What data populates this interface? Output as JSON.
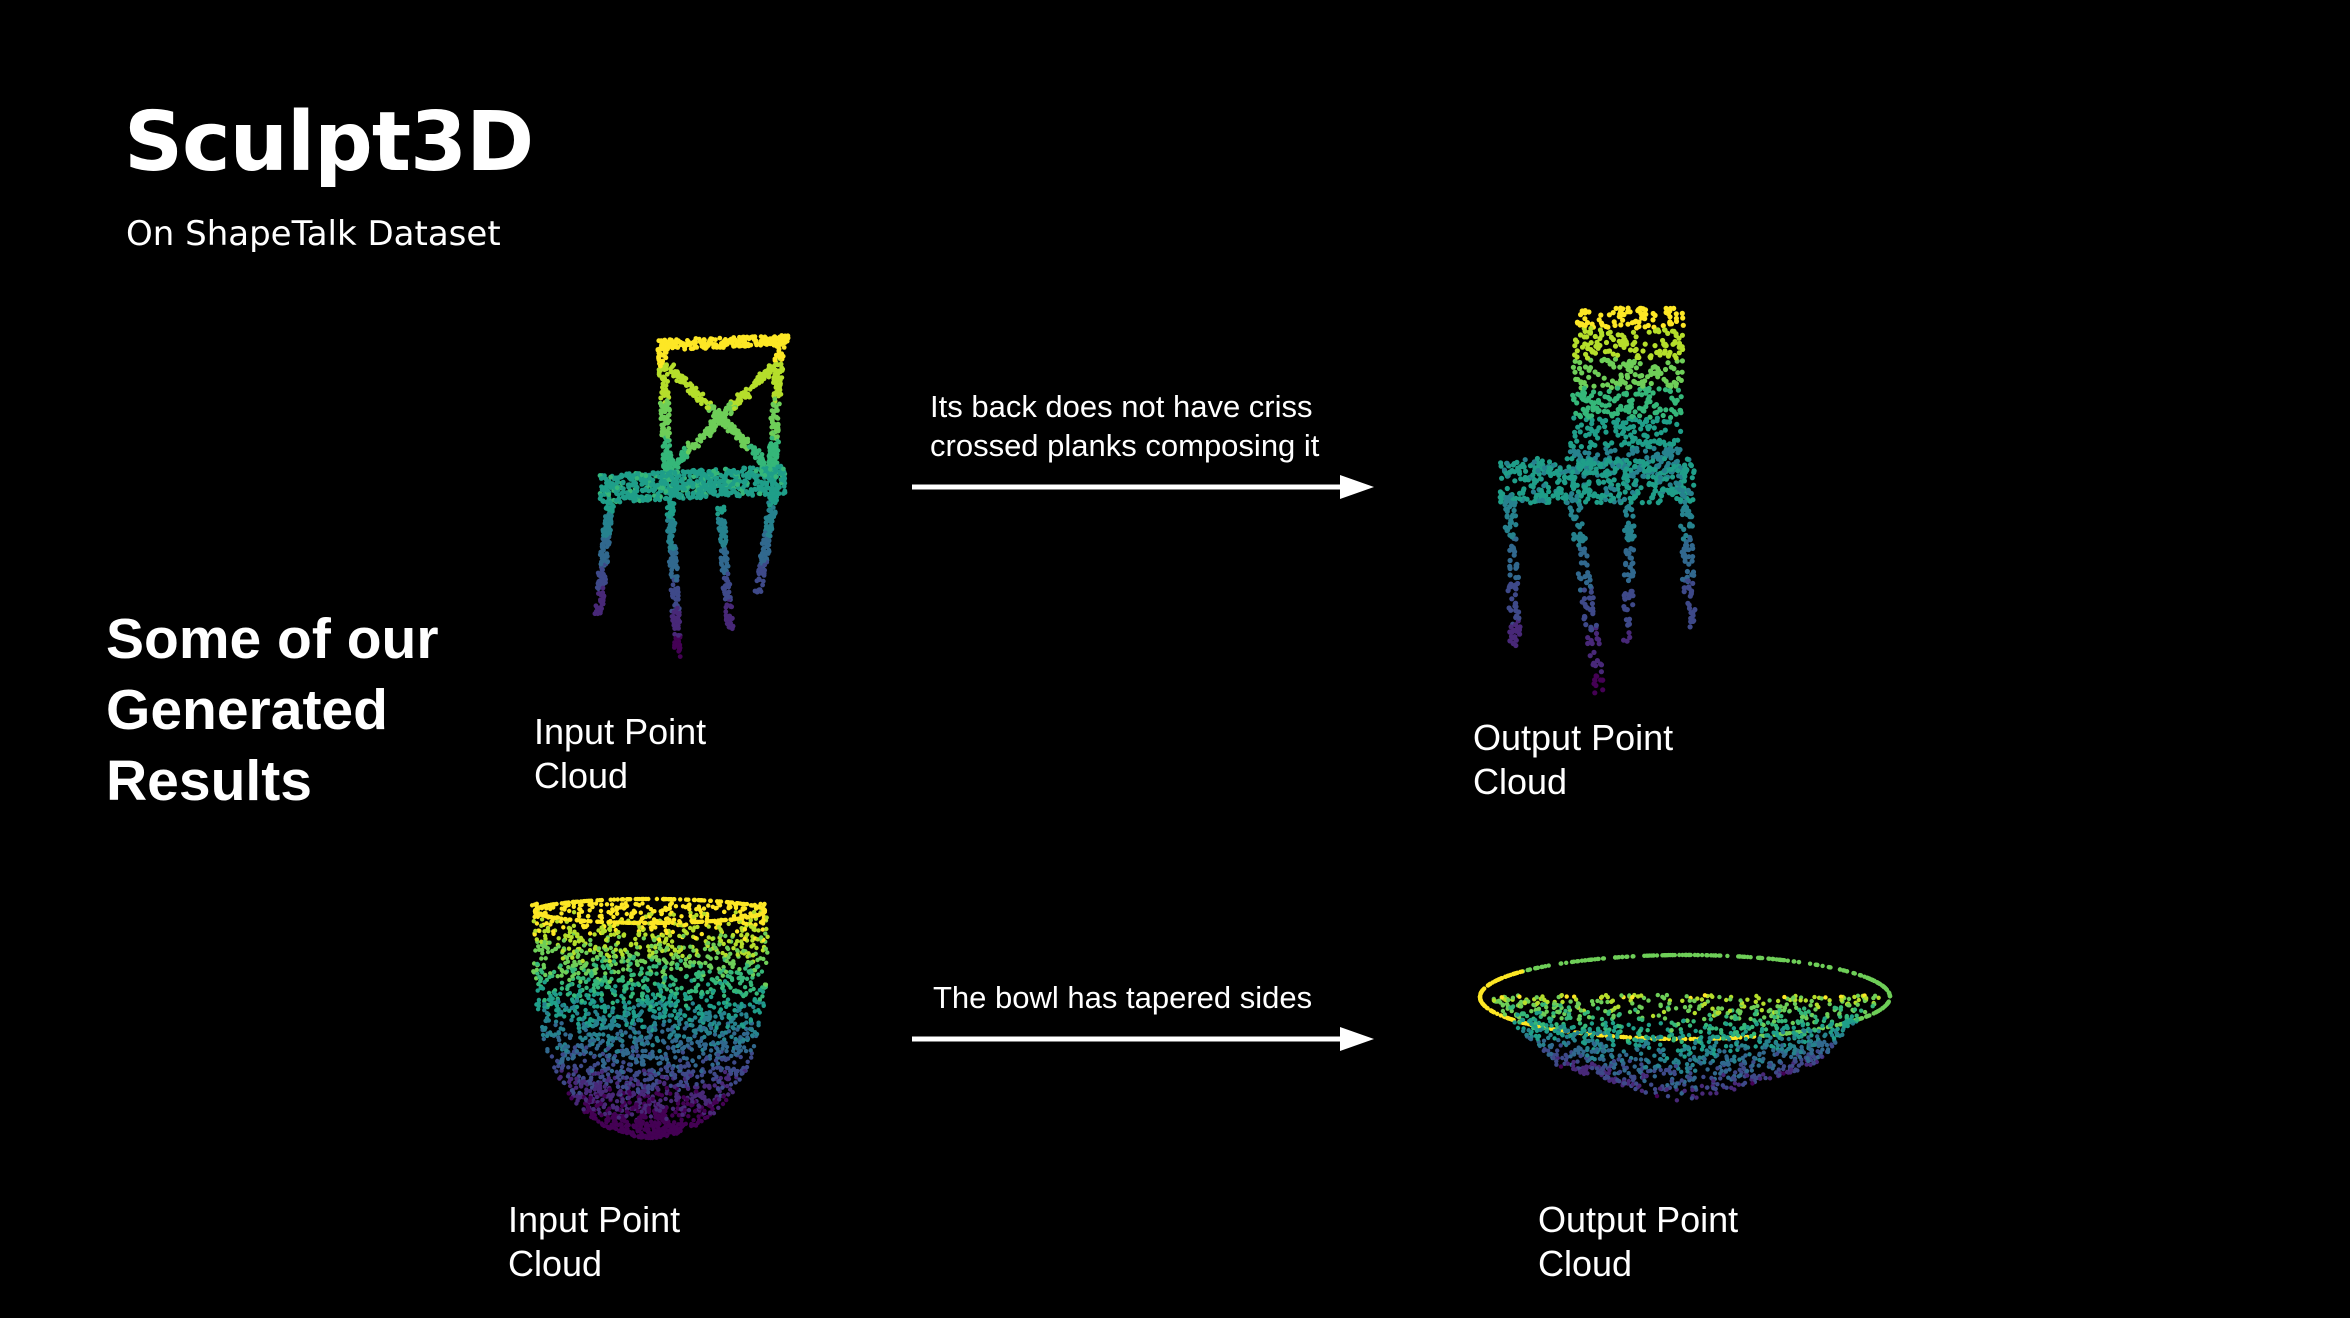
{
  "title": "Sculpt3D",
  "subtitle": "On ShapeTalk Dataset",
  "side_heading": "Some of our\nGenerated\nResults",
  "rows": [
    {
      "input_label": "Input Point\nCloud",
      "caption": "Its back does not have criss\ncrossed planks composing it",
      "output_label": "Output Point\nCloud",
      "input_shape": "chair-x-back-icon",
      "output_shape": "chair-solid-back-icon"
    },
    {
      "input_label": "Input Point\nCloud",
      "caption": "The bowl has tapered sides",
      "output_label": "Output Point\nCloud",
      "input_shape": "deep-bowl-icon",
      "output_shape": "shallow-bowl-icon"
    }
  ],
  "colors": {
    "background": "#000000",
    "text": "#ffffff",
    "viridis": [
      "#fde725",
      "#b5de2b",
      "#6ece58",
      "#35b779",
      "#1f9e89",
      "#26828e",
      "#31688e",
      "#3e4989",
      "#482878",
      "#440154"
    ]
  }
}
